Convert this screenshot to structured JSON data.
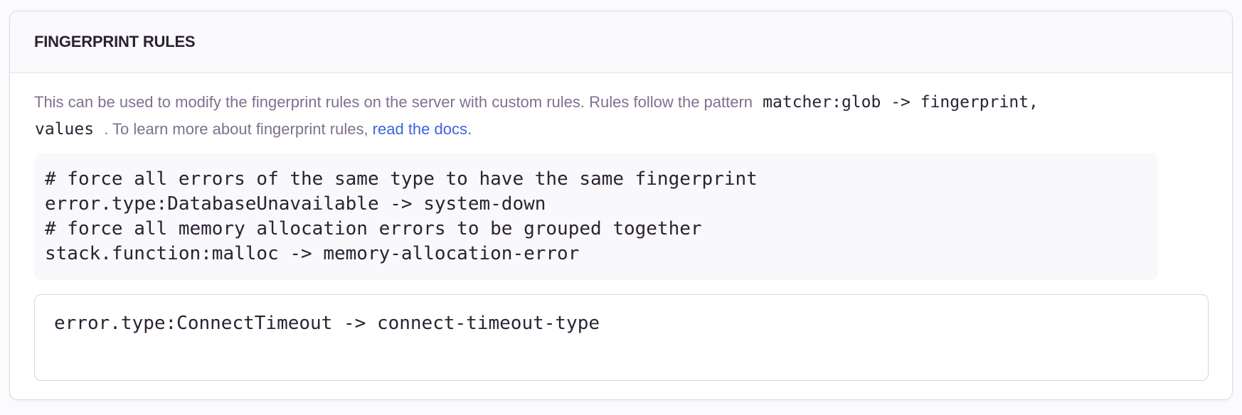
{
  "panel": {
    "title": "FINGERPRINT RULES",
    "description": {
      "line1_text": "This can be used to modify the fingerprint rules on the server with custom rules. Rules follow the pattern ",
      "line1_code": "matcher:glob -> fingerprint,",
      "line2_code": "values",
      "line2_text": " . To learn more about fingerprint rules, ",
      "link_label": "read the docs."
    },
    "example_code": "# force all errors of the same type to have the same fingerprint\nerror.type:DatabaseUnavailable -> system-down\n# force all memory allocation errors to be grouped together\nstack.function:malloc -> memory-allocation-error",
    "rules_input": {
      "value": "error.type:ConnectTimeout -> connect-timeout-type"
    }
  },
  "colors": {
    "link_blue": "#3E63DD",
    "panel_border": "#DDD9E2",
    "header_bg": "#FAF9FB",
    "code_block_bg": "#F9F8FA",
    "text_dark": "#2B2233",
    "text_muted": "#80708F"
  }
}
